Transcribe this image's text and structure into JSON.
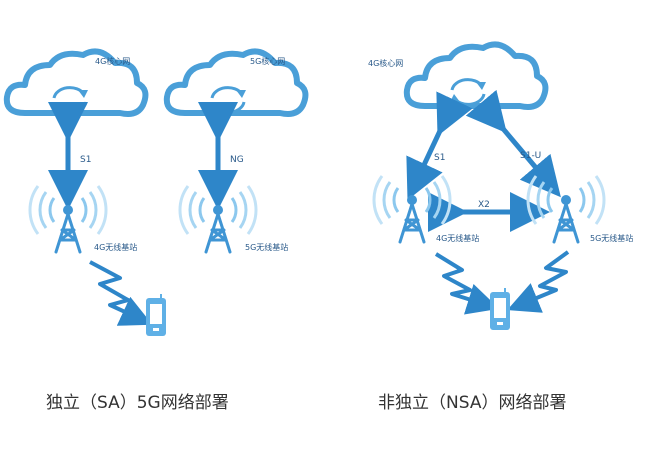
{
  "colors": {
    "cloud_fill": "#ffffff",
    "cloud_stroke": "#4a9fd8",
    "arrow": "#2e86c9",
    "tower": "#5aa9e0",
    "phone": "#6ab7e8"
  },
  "left": {
    "core_4g": "4G核心网",
    "core_5g": "5G核心网",
    "link_s1": "S1",
    "link_ng": "NG",
    "bs_4g": "4G无线基站",
    "bs_5g": "5G无线基站",
    "caption": "独立（SA）5G网络部署"
  },
  "right": {
    "core_4g": "4G核心网",
    "link_s1": "S1",
    "link_s1u": "S1-U",
    "link_x2": "X2",
    "bs_4g": "4G无线基站",
    "bs_5g": "5G无线基站",
    "caption": "非独立（NSA）网络部署"
  },
  "icons": [
    "cloud-icon",
    "sync-icon",
    "tower-icon",
    "wireless-icon",
    "phone-icon"
  ]
}
